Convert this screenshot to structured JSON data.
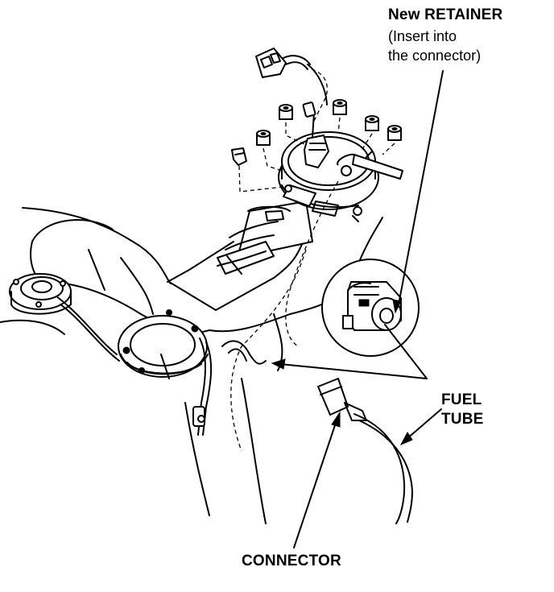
{
  "labels": {
    "retainer_title": "New RETAINER",
    "retainer_note_line1": "(Insert into",
    "retainer_note_line2": "the connector)",
    "fuel_line1": "FUEL",
    "fuel_line2": "TUBE",
    "connector": "CONNECTOR"
  }
}
